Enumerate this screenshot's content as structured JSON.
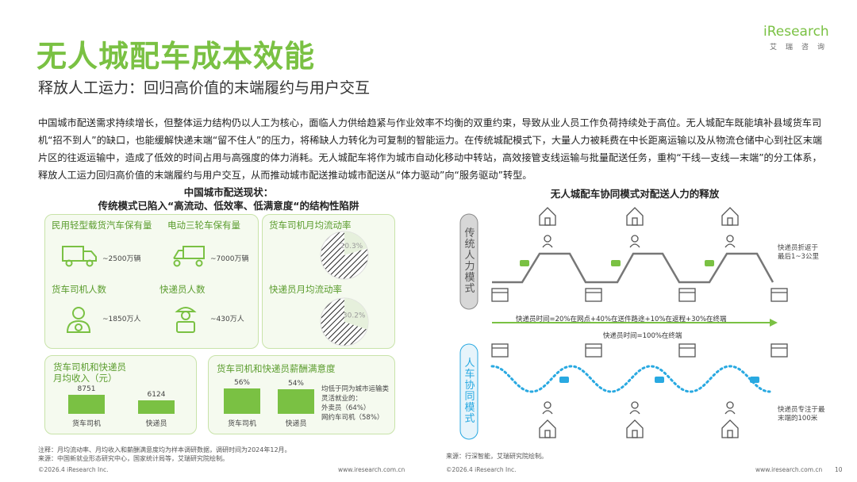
{
  "header": {
    "title": "无人城配车成本效能",
    "subtitle": "释放人工运力：回归高价值的末端履约与用户交互",
    "logo_main": "iResearch",
    "logo_sub": "艾瑞咨询"
  },
  "intro": "中国城市配送需求持续增长，但整体运力结构仍以人工为核心，面临人力供给趋紧与作业效率不均衡的双重约束，导致从业人员工作负荷持续处于高位。无人城配车既能填补县域货车司机“招不到人”的缺口，也能缓解快递末端“留不住人”的压力，将稀缺人力转化为可复制的智能运力。在传统城配模式下，大量人力被耗费在中长距离运输以及从物流仓储中心到社区末端片区的往返运输中，造成了低效的时间占用与高强度的体力消耗。无人城配车将作为城市自动化移动中转站，高效接管支线运输与批量配送任务，重构“干线—支线—末端”的分工体系，释放人工运力回归高价值的末端履约与用户交互，从而推动城市配送推动城市配送从“体力驱动”向“服务驱动”转型。",
  "left": {
    "heading1": "中国城市配送现状：",
    "heading2": "传统模式已陷入“高流动、低效率、低满意度“的结构性陷阱",
    "stats": [
      {
        "label": "民用轻型载货汽车保有量",
        "value": "~2500万辆",
        "icon": "truck-icon"
      },
      {
        "label": "电动三轮车保有量",
        "value": "~7000万辆",
        "icon": "tricycle-icon"
      },
      {
        "label": "货车司机人数",
        "value": "~1850万人",
        "icon": "driver-icon"
      },
      {
        "label": "快递员人数",
        "value": "~430万人",
        "icon": "courier-icon"
      }
    ],
    "turnover": [
      {
        "label": "货车司机月均流动率",
        "value": "20.3%",
        "fraction": 0.203
      },
      {
        "label": "快递员月均流动率",
        "value": "30.2%",
        "fraction": 0.302
      }
    ],
    "income": {
      "title_line1": "货车司机和快递员",
      "title_line2": "月均收入（元）",
      "categories": [
        "货车司机",
        "快递员"
      ],
      "values": [
        8751,
        6124
      ],
      "value_labels": [
        "8751",
        "6124"
      ]
    },
    "satisfaction": {
      "title": "货车司机和快递员薪酬满意度",
      "categories": [
        "货车司机",
        "快递员"
      ],
      "values": [
        56,
        54
      ],
      "value_labels": [
        "56%",
        "54%"
      ],
      "note": [
        "均低于同为城市运输类",
        "灵活就业的：",
        "外卖员（64%）",
        "网约车司机（58%）"
      ]
    },
    "footnote1": "注释：月均流动率、月均收入和薪酬满意度均为样本调研数据，调研时间为2024年12月。",
    "footnote2": "来源：中国新就业形态研究中心，国家统计局等，艾瑞研究院绘制。",
    "copyright": "©2026.4 iResearch Inc.",
    "site": "www.iresearch.com.cn"
  },
  "right": {
    "heading": "无人城配车协同模式对配送人力的释放",
    "traditional_label": [
      "传",
      "统",
      "人",
      "力",
      "模",
      "式"
    ],
    "coop_label": [
      "人",
      "车",
      "协",
      "同",
      "模",
      "式"
    ],
    "note_traditional": [
      "快递员折返于",
      "最后1~3公里"
    ],
    "time_traditional": "快递员时间=20%在网点+40%在送件路途+10%在返程+30%在终端",
    "time_coop": "快递员时间=100%在终端",
    "note_coop": [
      "快递员专注于最",
      "末端的100米"
    ],
    "source": "来源：行深智能，艾瑞研究院绘制。",
    "copyright": "©2026.4 iResearch Inc.",
    "site": "www.iresearch.com.cn",
    "page": "10",
    "colors": {
      "accent": "#7ac143",
      "coop": "#29a9e1",
      "grey": "#8a8a8a"
    }
  }
}
